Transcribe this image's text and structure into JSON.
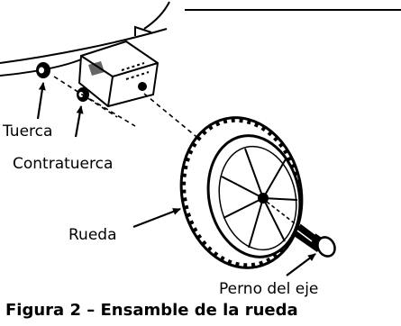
{
  "figure": {
    "caption": "Figura 2 – Ensamble de la rueda",
    "labels": {
      "tuerca": "Tuerca",
      "contratuerca": "Contratuerca",
      "rueda": "Rueda",
      "perno": "Perno del eje"
    }
  }
}
